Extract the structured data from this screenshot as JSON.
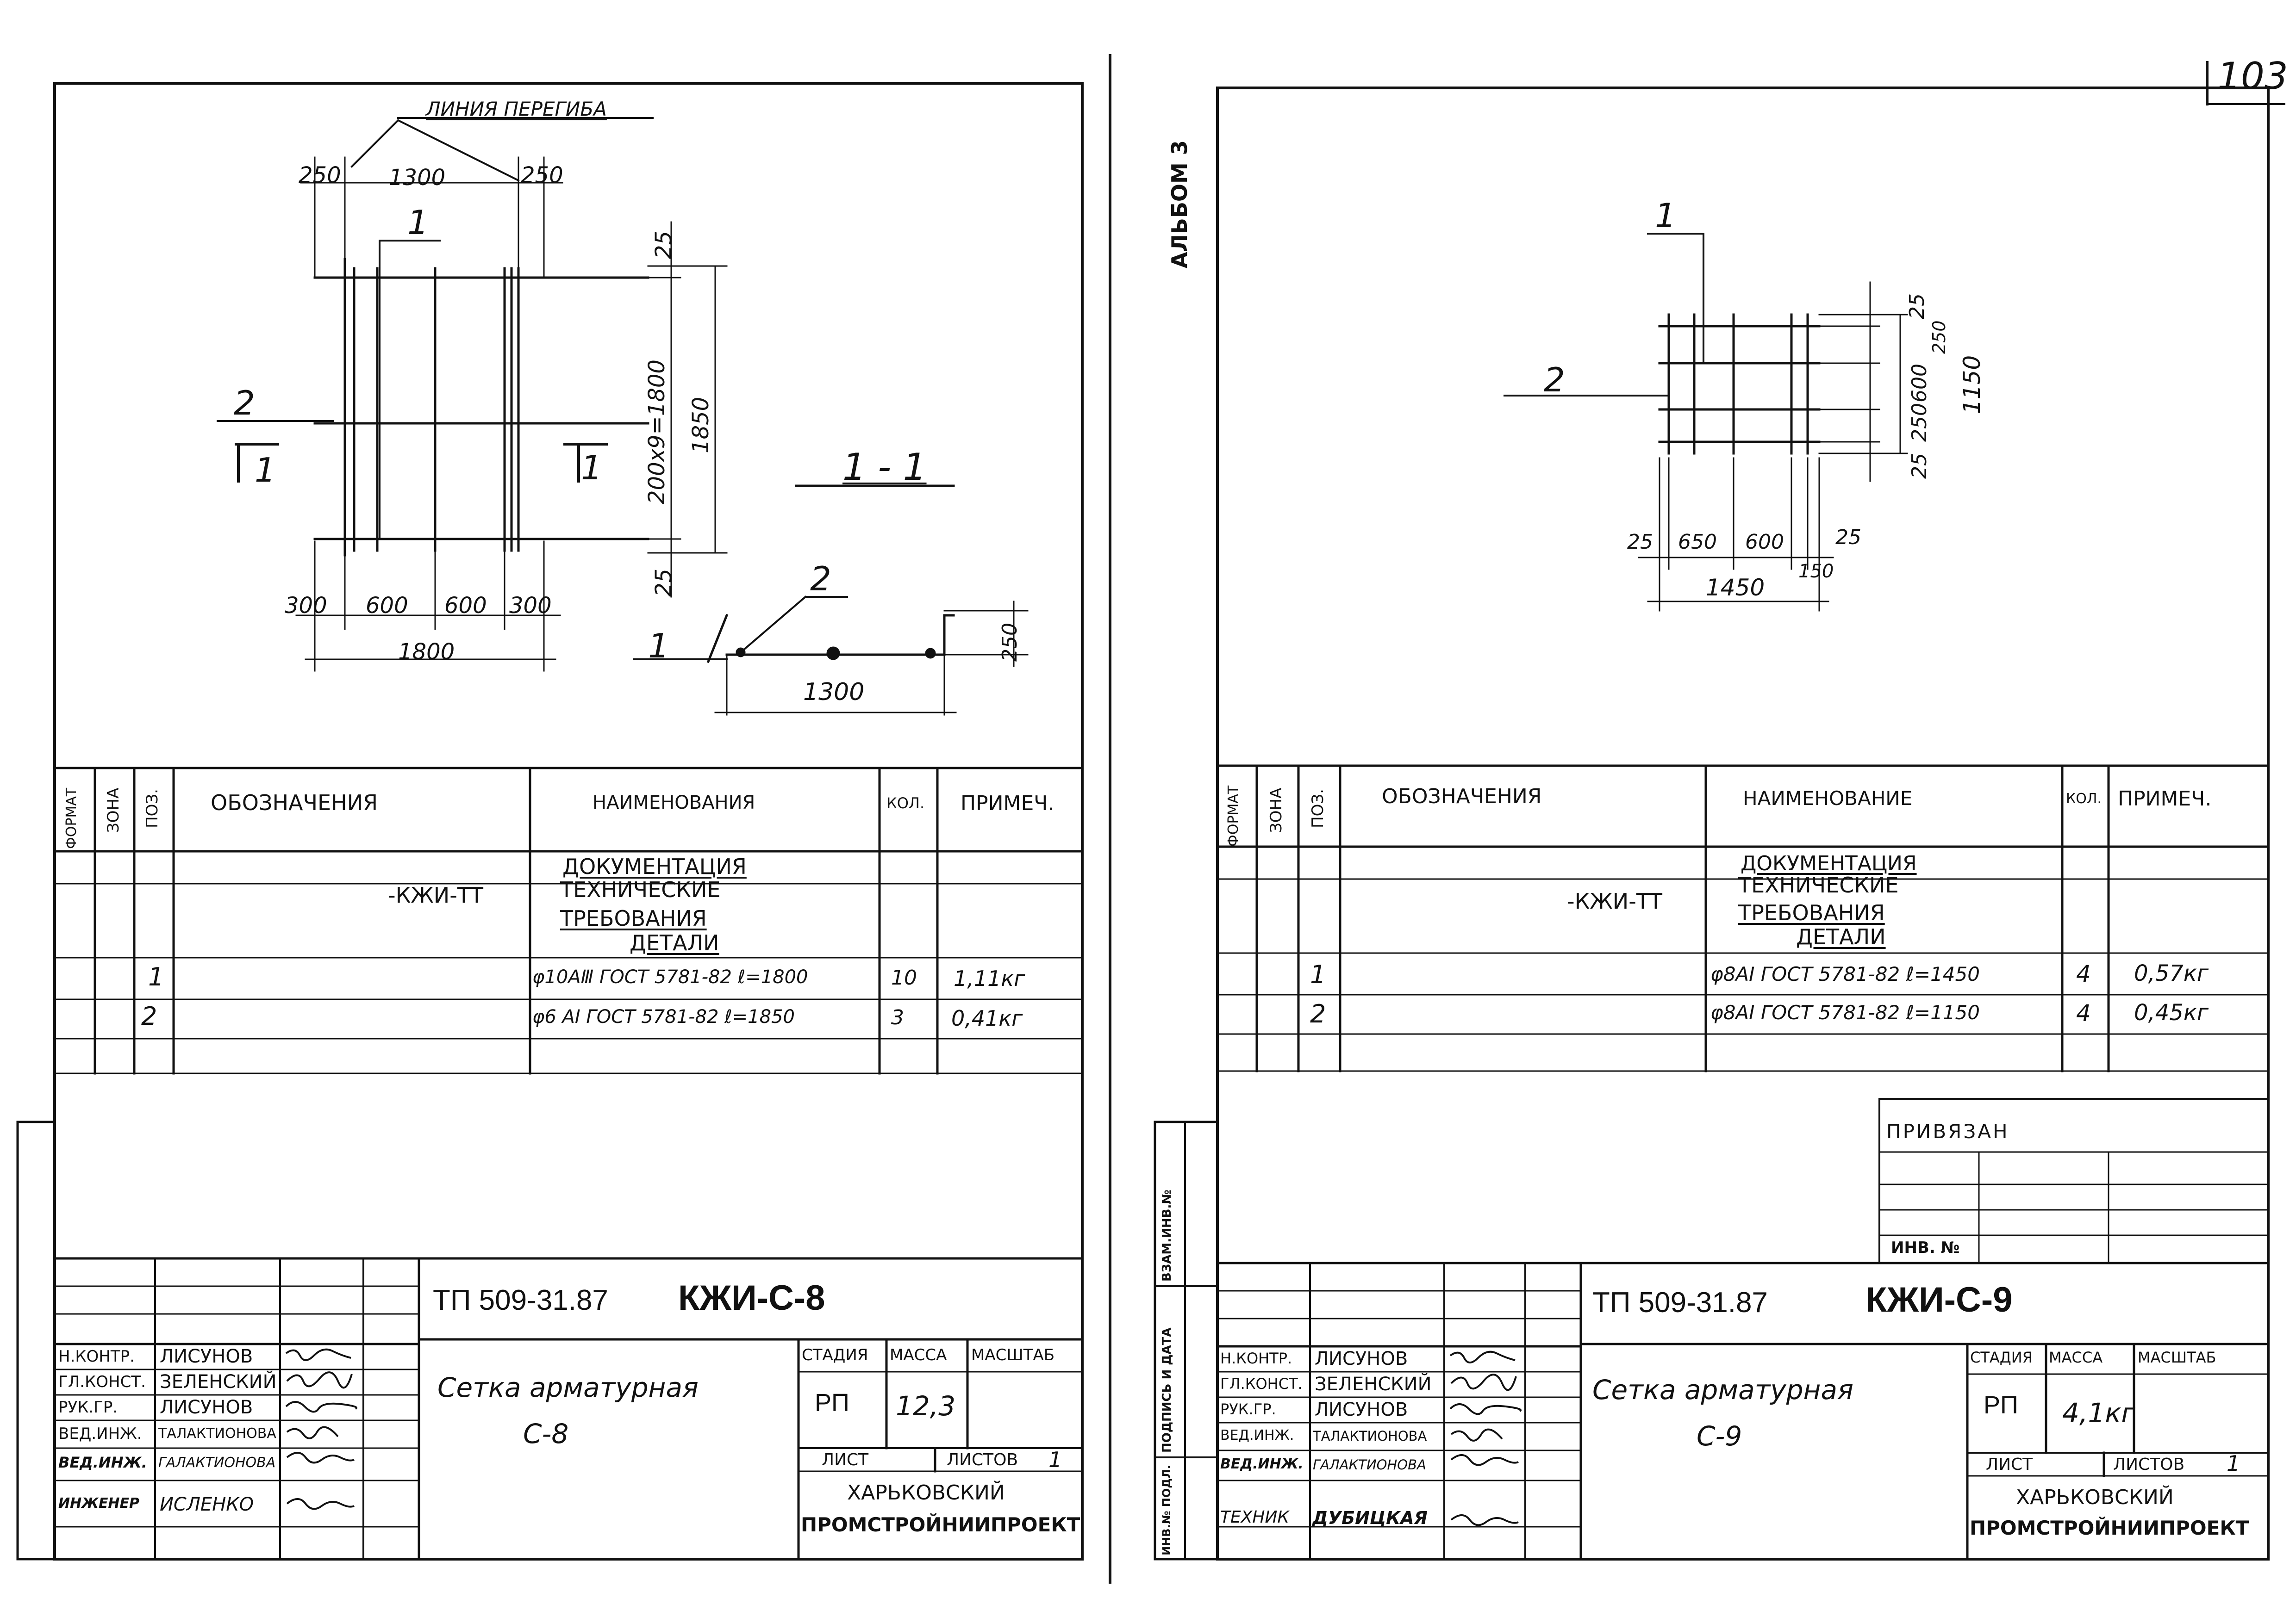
{
  "page_number": "103",
  "album_label": "АЛЬБОМ 3",
  "sheet_left": {
    "drawing": {
      "bend_line_label": "ЛИНИЯ ПЕРЕГИБА",
      "dims_top": [
        "250",
        "1300",
        "250"
      ],
      "dims_bottom": [
        "300",
        "600",
        "600",
        "300"
      ],
      "dim_total_bottom": "1800",
      "dims_right": [
        "25",
        "200x9=1800",
        "25"
      ],
      "dim_total_right": "1850",
      "pos_1": "1",
      "pos_2": "2",
      "section_mark_left": "1",
      "section_mark_right": "1",
      "section_title": "1 - 1",
      "section_pos_1": "1",
      "section_pos_2": "2",
      "section_width": "1300",
      "section_height": "250"
    },
    "spec": {
      "headers": {
        "format": "ФОРМАТ",
        "zone": "ЗОНА",
        "pos": "ПОЗ.",
        "designation": "ОБОЗНАЧЕНИЯ",
        "name": "НАИМЕНОВАНИЯ",
        "qty": "КОЛ.",
        "note": "ПРИМЕЧ."
      },
      "section_docs": "ДОКУМЕНТАЦИЯ",
      "doc_code": "-КЖИ-ТТ",
      "doc_name_1": "ТЕХНИЧЕСКИЕ",
      "doc_name_2": "ТРЕБОВАНИЯ",
      "section_details": "ДЕТАЛИ",
      "rows": [
        {
          "pos": "1",
          "name": "φ10АⅢ ГОСТ 5781-82  ℓ=1800",
          "qty": "10",
          "note": "1,11кг"
        },
        {
          "pos": "2",
          "name": "φ6 АI ГОСТ 5781-82  ℓ=1850",
          "qty": "3",
          "note": "0,41кг"
        }
      ]
    },
    "title_block": {
      "doc_code": "ТП 509-31.87",
      "sheet_code": "КЖИ-С-8",
      "roles": [
        {
          "role": "Н.КОНТР.",
          "name": "ЛИСУНОВ"
        },
        {
          "role": "ГЛ.КОНСТ.",
          "name": "ЗЕЛЕНСКИЙ"
        },
        {
          "role": "РУК.ГР.",
          "name": "ЛИСУНОВ"
        },
        {
          "role": "ВЕД.ИНЖ.",
          "name": "ТАЛАКТИОНОВА"
        },
        {
          "role": "ВЕД.ИНЖ.",
          "name": "ГАЛАКТИОНОВА"
        },
        {
          "role": "ИНЖЕНЕР",
          "name": "ИСЛЕНКО"
        }
      ],
      "title_line_1": "Сетка арматурная",
      "title_line_2": "С-8",
      "stage_label": "СТАДИЯ",
      "mass_label": "МАССА",
      "scale_label": "МАСШТАБ",
      "stage_value": "РП",
      "mass_value": "12,3",
      "sheet_label": "ЛИСТ",
      "sheets_label": "ЛИСТОВ",
      "sheets_value": "1",
      "org_1": "ХАРЬКОВСКИЙ",
      "org_2": "ПРОМСТРОЙНИИПРОЕКТ"
    }
  },
  "sheet_right": {
    "drawing": {
      "pos_1": "1",
      "pos_2": "2",
      "dims_right": [
        "25",
        "250",
        "600",
        "250",
        "25"
      ],
      "dim_total_right": "1150",
      "dims_bottom": [
        "25",
        "650",
        "600",
        "150",
        "25"
      ],
      "dim_total_bottom": "1450"
    },
    "spec": {
      "headers": {
        "format": "ФОРМАТ",
        "zone": "ЗОНА",
        "pos": "ПОЗ.",
        "designation": "ОБОЗНАЧЕНИЯ",
        "name": "НАИМЕНОВАНИЕ",
        "qty": "КОЛ.",
        "note": "ПРИМЕЧ."
      },
      "section_docs": "ДОКУМЕНТАЦИЯ",
      "doc_code": "-КЖИ-ТТ",
      "doc_name_1": "ТЕХНИЧЕСКИЕ",
      "doc_name_2": "ТРЕБОВАНИЯ",
      "section_details": "ДЕТАЛИ",
      "rows": [
        {
          "pos": "1",
          "name": "φ8АI ГОСТ 5781-82  ℓ=1450",
          "qty": "4",
          "note": "0,57кг"
        },
        {
          "pos": "2",
          "name": "φ8АI ГОСТ 5781-82  ℓ=1150",
          "qty": "4",
          "note": "0,45кг"
        }
      ]
    },
    "privyazan": "ПРИВЯЗАН",
    "inv_no": "ИНВ. №",
    "side_labels": [
      "ВЗАМ.ИНВ.№",
      "ПОДПИСЬ И ДАТА",
      "ИНВ.№ ПОДЛ."
    ],
    "title_block": {
      "doc_code": "ТП 509-31.87",
      "sheet_code": "КЖИ-С-9",
      "roles": [
        {
          "role": "Н.КОНТР.",
          "name": "ЛИСУНОВ"
        },
        {
          "role": "ГЛ.КОНСТ.",
          "name": "ЗЕЛЕНСКИЙ"
        },
        {
          "role": "РУК.ГР.",
          "name": "ЛИСУНОВ"
        },
        {
          "role": "ВЕД.ИНЖ.",
          "name": "ТАЛАКТИОНОВА"
        },
        {
          "role": "ВЕД.ИНЖ.",
          "name": "ГАЛАКТИОНОВА"
        },
        {
          "role": "ТЕХНИК",
          "name": "ДУБИЦКАЯ"
        }
      ],
      "title_line_1": "Сетка арматурная",
      "title_line_2": "С-9",
      "stage_label": "СТАДИЯ",
      "mass_label": "МАССА",
      "scale_label": "МАСШТАБ",
      "stage_value": "РП",
      "mass_value": "4,1кг",
      "sheet_label": "ЛИСТ",
      "sheets_label": "ЛИСТОВ",
      "sheets_value": "1",
      "org_1": "ХАРЬКОВСКИЙ",
      "org_2": "ПРОМСТРОЙНИИПРОЕКТ"
    }
  }
}
